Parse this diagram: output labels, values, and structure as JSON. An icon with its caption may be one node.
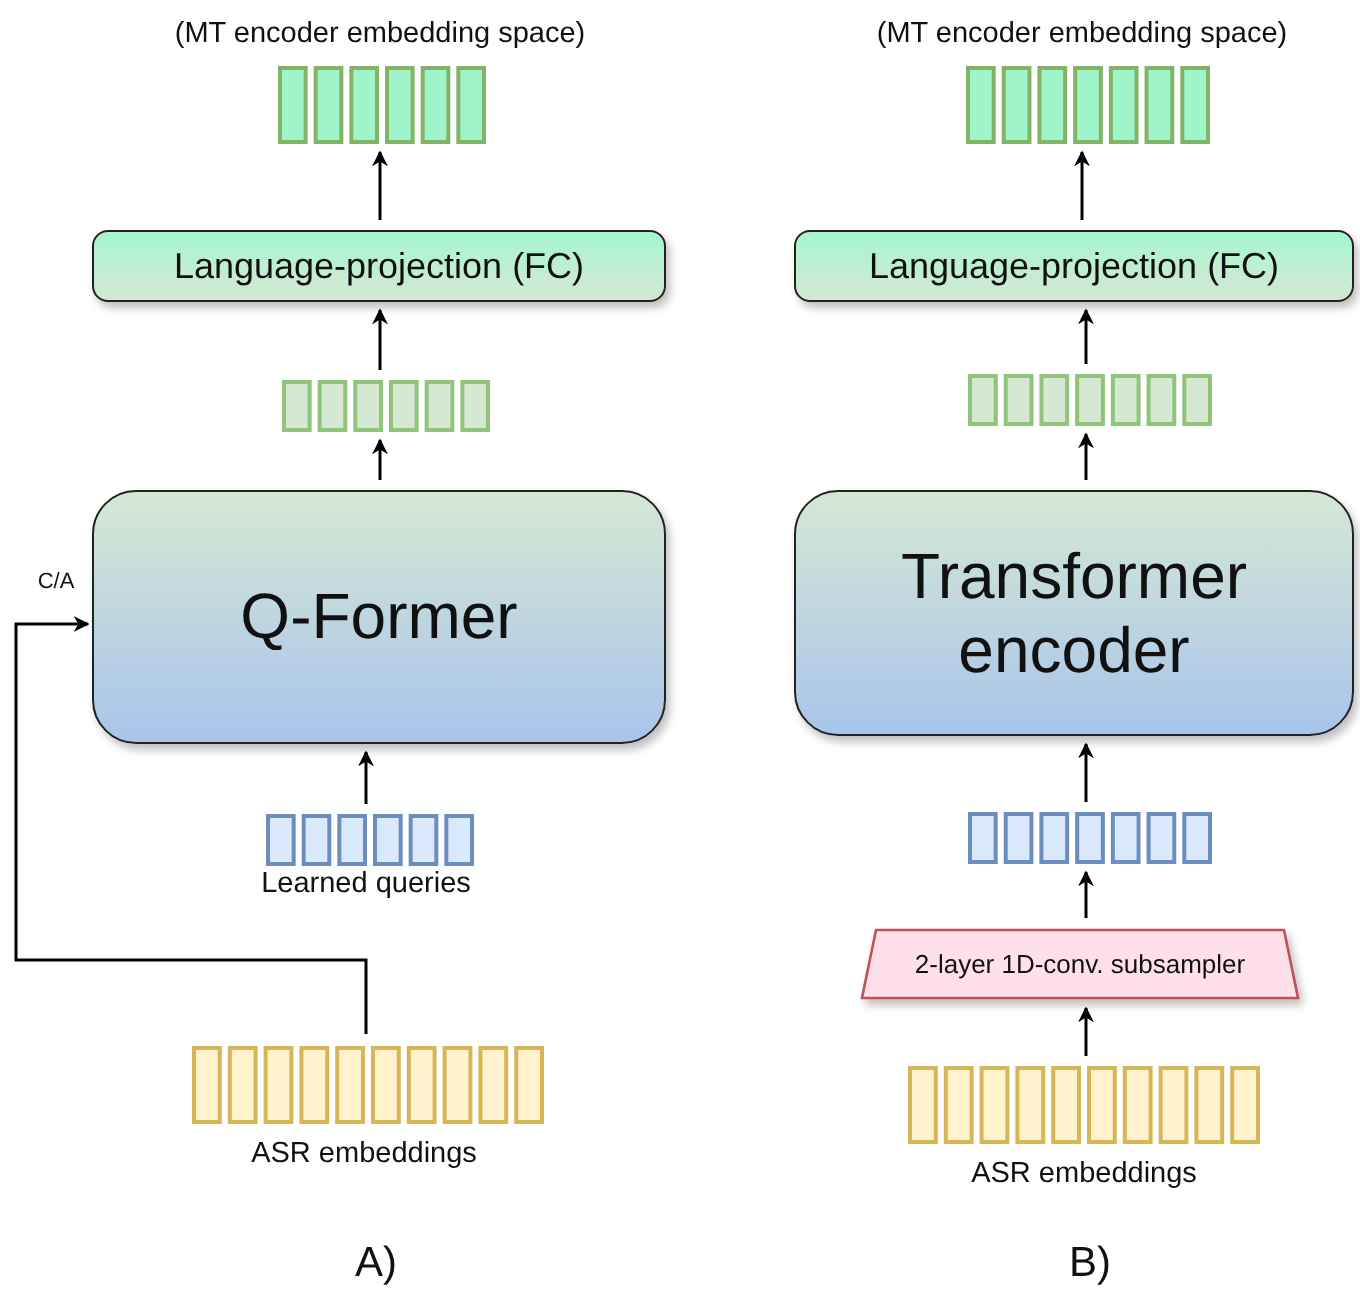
{
  "diagram": {
    "nodes": [
      {
        "text": [],
        "shape": "bar",
        "beside": [
          "(MT encoder embedding space)"
        ]
      },
      {
        "text": [
          "Language-projection (FC)"
        ]
      },
      {
        "text": [],
        "shape": "bar"
      },
      {
        "text": [
          "Q-Former"
        ]
      },
      {
        "text": [],
        "shape": "bar",
        "beside": [
          "Learned queries"
        ]
      },
      {
        "text": [],
        "shape": "bar",
        "beside": [
          "ASR embeddings"
        ]
      },
      {
        "text": [],
        "shape": "bar",
        "beside": [
          "(MT encoder embedding space)"
        ]
      },
      {
        "text": [
          "Language-projection (FC)"
        ]
      },
      {
        "text": [],
        "shape": "bar"
      },
      {
        "text": [
          "Transformer encoder"
        ]
      },
      {
        "text": [],
        "shape": "bar"
      },
      {
        "text": [
          "2-layer 1D-conv. subsampler"
        ]
      },
      {
        "text": [],
        "shape": "bar",
        "beside": [
          "ASR embeddings"
        ]
      }
    ],
    "edges": [
      {
        "from": 1,
        "to": 0,
        "arrow": "to"
      },
      {
        "from": 2,
        "to": 1,
        "arrow": "to"
      },
      {
        "from": 3,
        "to": 2,
        "arrow": "to"
      },
      {
        "from": 4,
        "to": 3,
        "arrow": "to"
      },
      {
        "from": 5,
        "to": 3,
        "arrow": "to",
        "label": "C/A"
      },
      {
        "from": 7,
        "to": 6,
        "arrow": "to"
      },
      {
        "from": 8,
        "to": 7,
        "arrow": "to"
      },
      {
        "from": 9,
        "to": 8,
        "arrow": "to"
      },
      {
        "from": 10,
        "to": 9,
        "arrow": "to"
      },
      {
        "from": 11,
        "to": 10,
        "arrow": "to"
      },
      {
        "from": 12,
        "to": 11,
        "arrow": "to"
      }
    ],
    "labels": [
      "A)",
      "B)"
    ]
  }
}
